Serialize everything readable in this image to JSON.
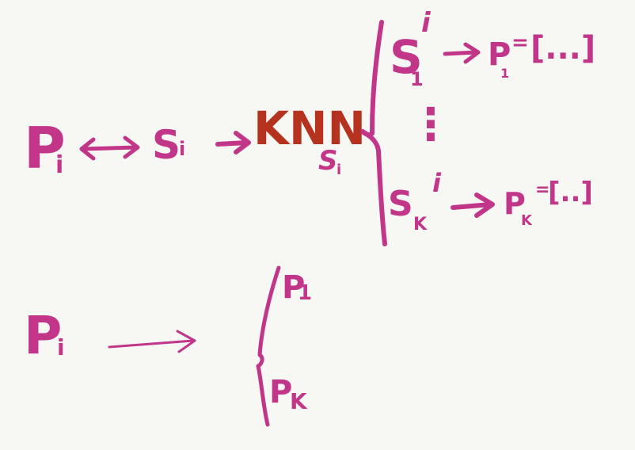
{
  "colors": {
    "ink": "#c2368a",
    "accent": "#b4321e",
    "background": "#f7f7f3"
  },
  "top": {
    "left_symbol": "P",
    "left_subscript": "i",
    "mid_symbol": "S",
    "mid_subscript": "i",
    "knn": "KNN",
    "knn_input": "S",
    "knn_input_sub": "i",
    "first": {
      "s": "S",
      "sub": "1",
      "sup": "i",
      "p": "P",
      "p_sub": "1",
      "eq": "=",
      "val": "[...]"
    },
    "dots": "⋮",
    "last": {
      "s": "S",
      "sub": "K",
      "sup": "i",
      "p": "P",
      "p_sub": "K",
      "eq": "=",
      "val": "[..]"
    }
  },
  "bottom": {
    "left_symbol": "P",
    "left_subscript": "i",
    "out_first": "P",
    "out_first_sub": "1",
    "out_last": "P",
    "out_last_sub": "K"
  }
}
